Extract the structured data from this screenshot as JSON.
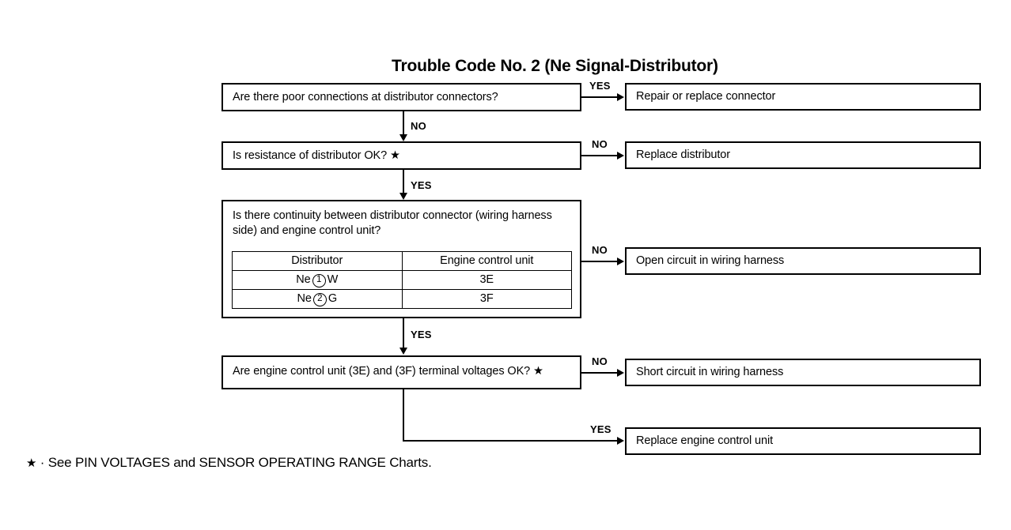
{
  "title": "Trouble Code No. 2 (Ne Signal-Distributor)",
  "questions": [
    {
      "id": "q1",
      "text": "Are there poor connections at distributor connectors?"
    },
    {
      "id": "q2",
      "text": "Is resistance of distributor OK? ★"
    },
    {
      "id": "q3",
      "text": "Is there continuity between distributor connector (wiring harness side) and engine control unit?"
    },
    {
      "id": "q4",
      "text": "Are engine control unit (3E) and (3F) terminal voltages OK? ★"
    }
  ],
  "results": [
    {
      "id": "r1",
      "text": "Repair or replace connector"
    },
    {
      "id": "r2",
      "text": "Replace distributor"
    },
    {
      "id": "r3",
      "text": "Open circuit in wiring harness"
    },
    {
      "id": "r4",
      "text": "Short circuit in wiring harness"
    },
    {
      "id": "r5",
      "text": "Replace engine control unit"
    }
  ],
  "continuity_table": {
    "headers": [
      "Distributor",
      "Engine control unit"
    ],
    "rows": [
      {
        "distributor_prefix": "Ne",
        "circled": "1",
        "wire": "W",
        "ecu": "3E"
      },
      {
        "distributor_prefix": "Ne",
        "circled": "2",
        "wire": "G",
        "ecu": "3F"
      }
    ]
  },
  "edge_labels": {
    "q1_yes": "YES",
    "q1_no": "NO",
    "q2_no": "NO",
    "q2_yes": "YES",
    "q3_no": "NO",
    "q3_yes": "YES",
    "q4_no": "NO",
    "q4_yes": "YES"
  },
  "footnote": {
    "marker": "★",
    "separator": "·",
    "text": "See PIN VOLTAGES and SENSOR OPERATING RANGE Charts."
  },
  "colors": {
    "ink": "#000000",
    "paper": "#ffffff"
  }
}
